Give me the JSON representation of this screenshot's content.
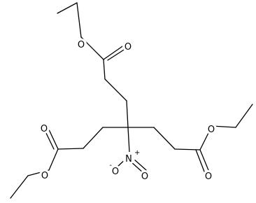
{
  "molecule": {
    "atoms": {
      "o_ester_top": "O",
      "o_carbonyl_top": "O",
      "o_carbonyl_left": "O",
      "o_ester_left": "O",
      "o_ester_right": "O",
      "o_carbonyl_right": "O",
      "n_nitro": "N",
      "n_plus": "+",
      "o_nitro_anion": "O",
      "o_minus": "-",
      "o_nitro_double": "O"
    }
  }
}
